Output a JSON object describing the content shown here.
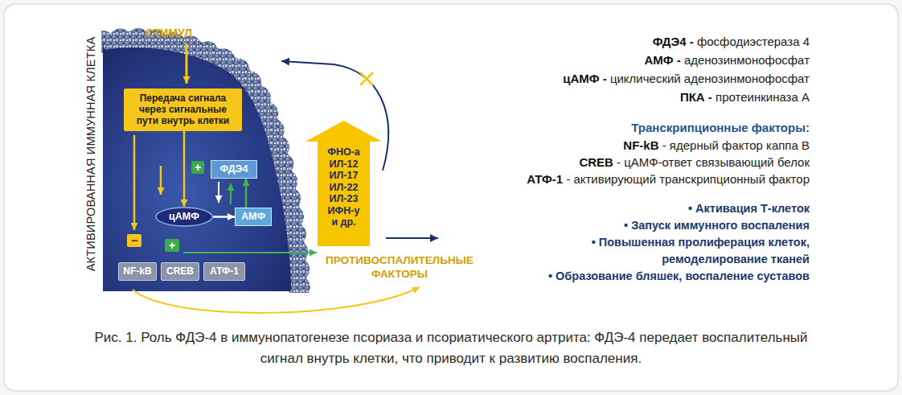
{
  "diagram": {
    "caption": "Рис. 1. Роль ФДЭ-4 в иммунопатогенезе псориаза и псориатического артрита: ФДЭ-4 передает воспалительный сигнал внутрь клетки, что приводит к развитию воспаления.",
    "nodes": [
      {
        "text": [
          "Передача сигнала через сигнальные пути внутрь клетки"
        ]
      },
      {
        "text": [
          "+"
        ]
      },
      {
        "text": [
          "ФДЭ4"
        ]
      },
      {
        "text": [
          "цАМФ"
        ]
      },
      {
        "text": [
          "АМФ"
        ]
      },
      {
        "text": [
          "−"
        ]
      },
      {
        "text": [
          "+"
        ]
      },
      {
        "text": [
          "NF-kB"
        ]
      },
      {
        "text": [
          "CREB"
        ]
      },
      {
        "text": [
          "АТФ-1"
        ]
      },
      {
        "text": [
          "ФНО-а",
          "ИЛ-12",
          "ИЛ-17",
          "ИЛ-22",
          "ИЛ-23",
          "ИФН-у",
          "и др."
        ]
      }
    ],
    "edges": [
      {
        "from": 0,
        "to": 3,
        "arrow": "to"
      },
      {
        "from": 3,
        "to": 4,
        "arrow": "to"
      },
      {
        "from": 4,
        "to": 2,
        "arrow": "to"
      }
    ],
    "labels": [
      "СТИМУЛ",
      "АКТИВИРОВАННАЯ ИММУННАЯ КЛЕТКА",
      "ПРОТИВОСПАЛИТЕЛЬНЫЕ ФАКТОРЫ",
      "ФДЭ4 -",
      "фосфодиэстераза 4",
      "АМФ -",
      "аденозинмонофосфат",
      "цАМФ -",
      "циклический аденозинмонофосфат",
      "ПКА -",
      "протеинкиназа А",
      "Транскрипционные факторы:",
      "NF-kB",
      "- ядерный фактор каппа В",
      "CREB",
      "- цАМФ-ответ связывающий белок",
      "АТФ-1",
      "- активирующий транскрипционный фактор",
      "• Активация Т-клеток",
      "• Запуск иммунного воспаления",
      "• Повышенная пролиферация клеток, ремоделирование тканей",
      "• Образование бляшек, воспаление суставов"
    ]
  }
}
